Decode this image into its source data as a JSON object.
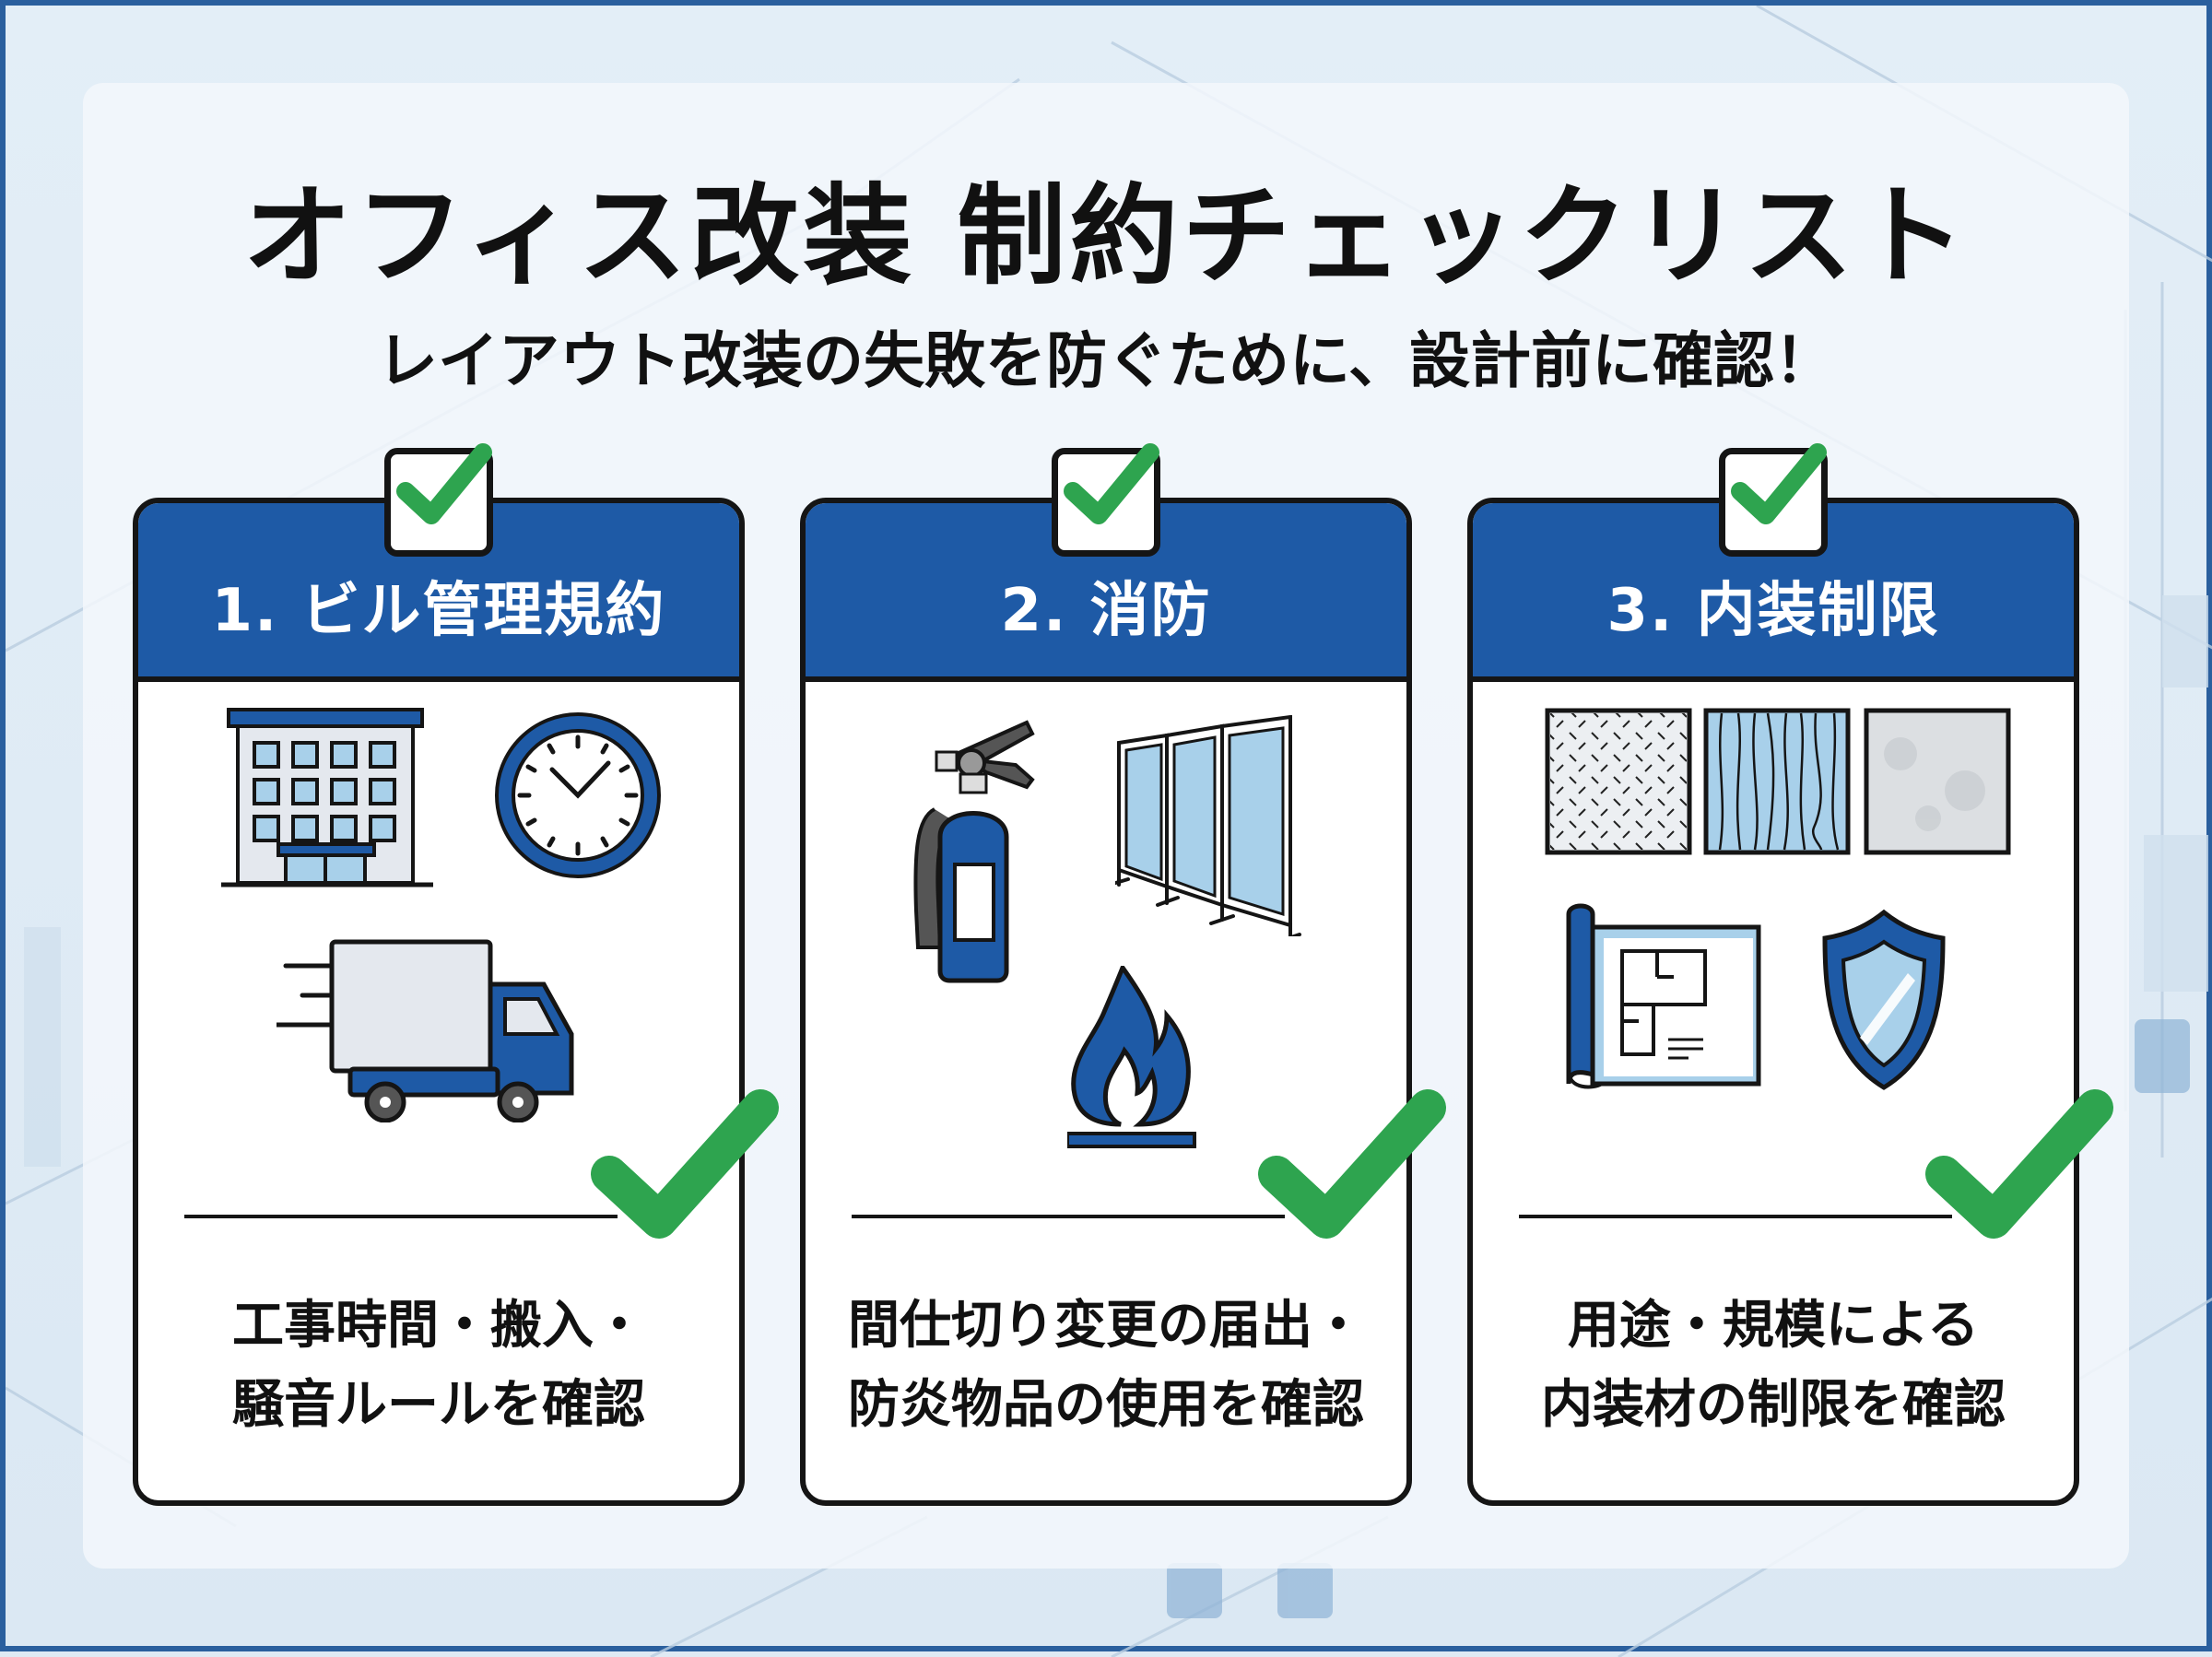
{
  "title": "オフィス改装 制約チェックリスト",
  "subtitle": "レイアウト改装の失敗を防ぐために、設計前に確認！",
  "colors": {
    "header_blue": "#1e5aa6",
    "check_green": "#2ea44f",
    "frame_blue": "#2a5f9e",
    "light_blue": "#a8d0ea"
  },
  "cards": [
    {
      "title": "1. ビル管理規約",
      "icons": [
        "building-icon",
        "clock-icon",
        "delivery-truck-icon"
      ],
      "desc_line1": "工事時間・搬入・",
      "desc_line2": "騒音ルールを確認"
    },
    {
      "title": "2. 消防",
      "icons": [
        "fire-extinguisher-icon",
        "partition-panels-icon",
        "flame-icon"
      ],
      "desc_line1": "間仕切り変更の届出・",
      "desc_line2": "防炎物品の使用を確認"
    },
    {
      "title": "3. 内装制限",
      "icons": [
        "diamond-plate-texture-icon",
        "wood-grain-texture-icon",
        "concrete-texture-icon",
        "floor-plan-icon",
        "shield-icon"
      ],
      "desc_line1": "用途・規模による",
      "desc_line2": "内装材の制限を確認"
    }
  ]
}
